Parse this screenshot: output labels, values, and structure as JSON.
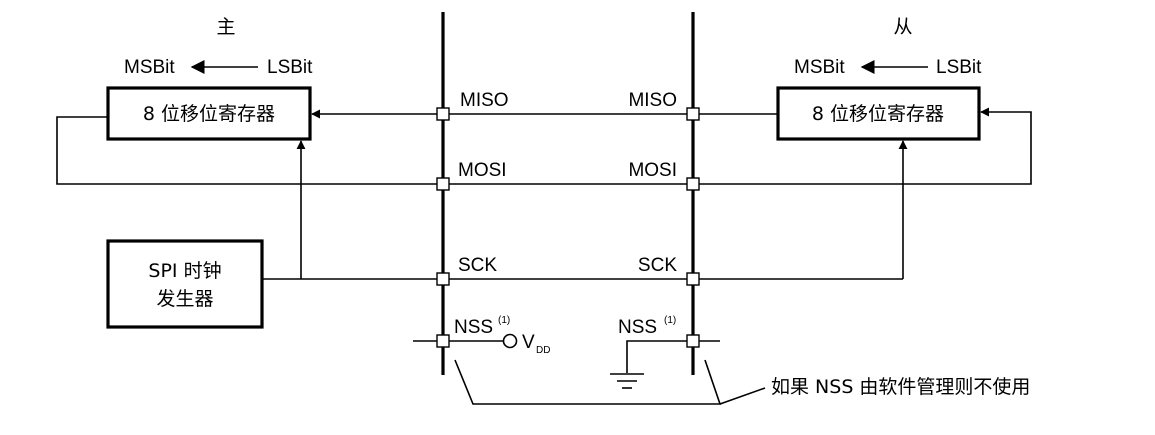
{
  "master": {
    "title": "主",
    "msbit": "MSBit",
    "lsbit": "LSBit",
    "shift_register": "8 位移位寄存器",
    "clock_generator_line1": "SPI 时钟",
    "clock_generator_line2": "发生器",
    "pins": {
      "miso": "MISO",
      "mosi": "MOSI",
      "sck": "SCK",
      "nss": "NSS",
      "nss_note": "(1)"
    },
    "vdd": {
      "main": "V",
      "sub": "DD"
    }
  },
  "slave": {
    "title": "从",
    "msbit": "MSBit",
    "lsbit": "LSBit",
    "shift_register": "8 位移位寄存器",
    "pins": {
      "miso": "MISO",
      "mosi": "MOSI",
      "sck": "SCK",
      "nss": "NSS",
      "nss_note": "(1)"
    }
  },
  "note": "如果 NSS 由软件管理则不使用"
}
